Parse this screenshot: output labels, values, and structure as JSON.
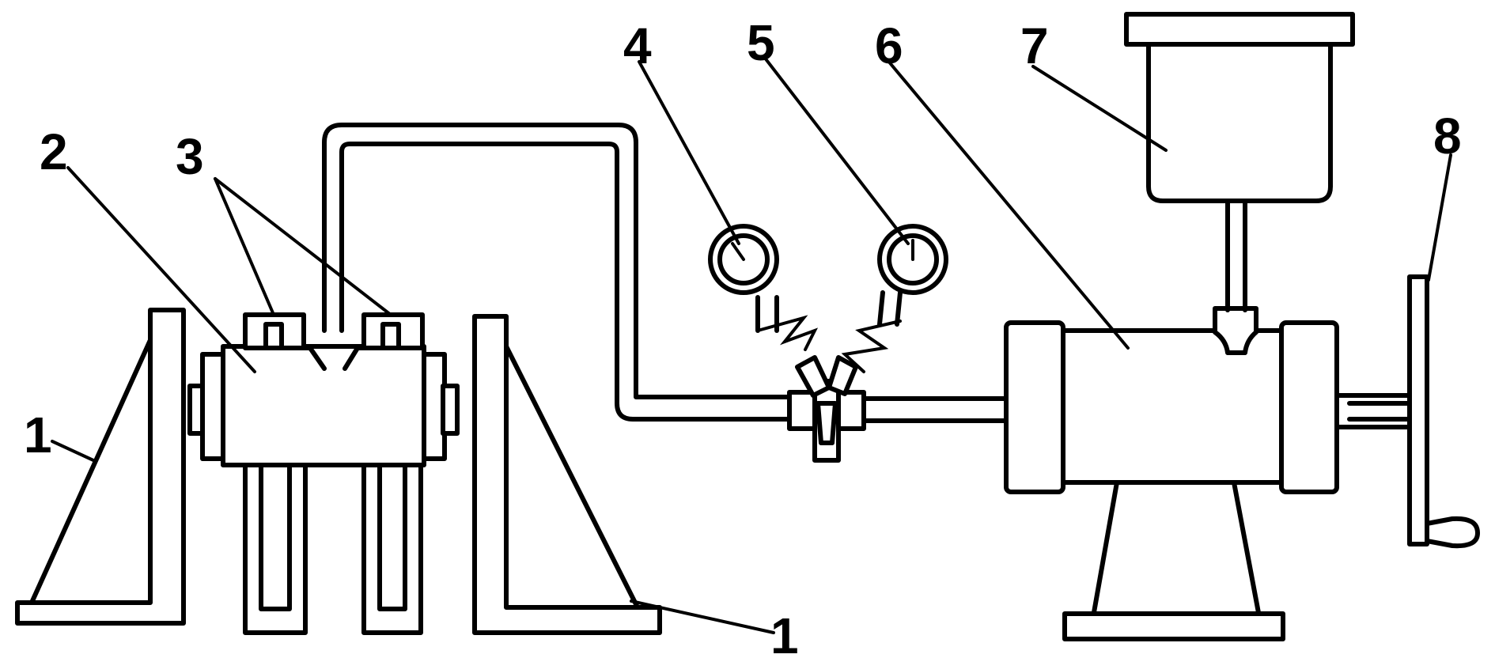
{
  "diagram": {
    "labels": {
      "bracket_left": "1",
      "bracket_right": "1",
      "test_block": "2",
      "clamps": "3",
      "gauge_left": "4",
      "gauge_right": "5",
      "pump": "6",
      "tank": "7",
      "handle": "8"
    },
    "colors": {
      "line": "#000000",
      "background": "#ffffff"
    }
  }
}
